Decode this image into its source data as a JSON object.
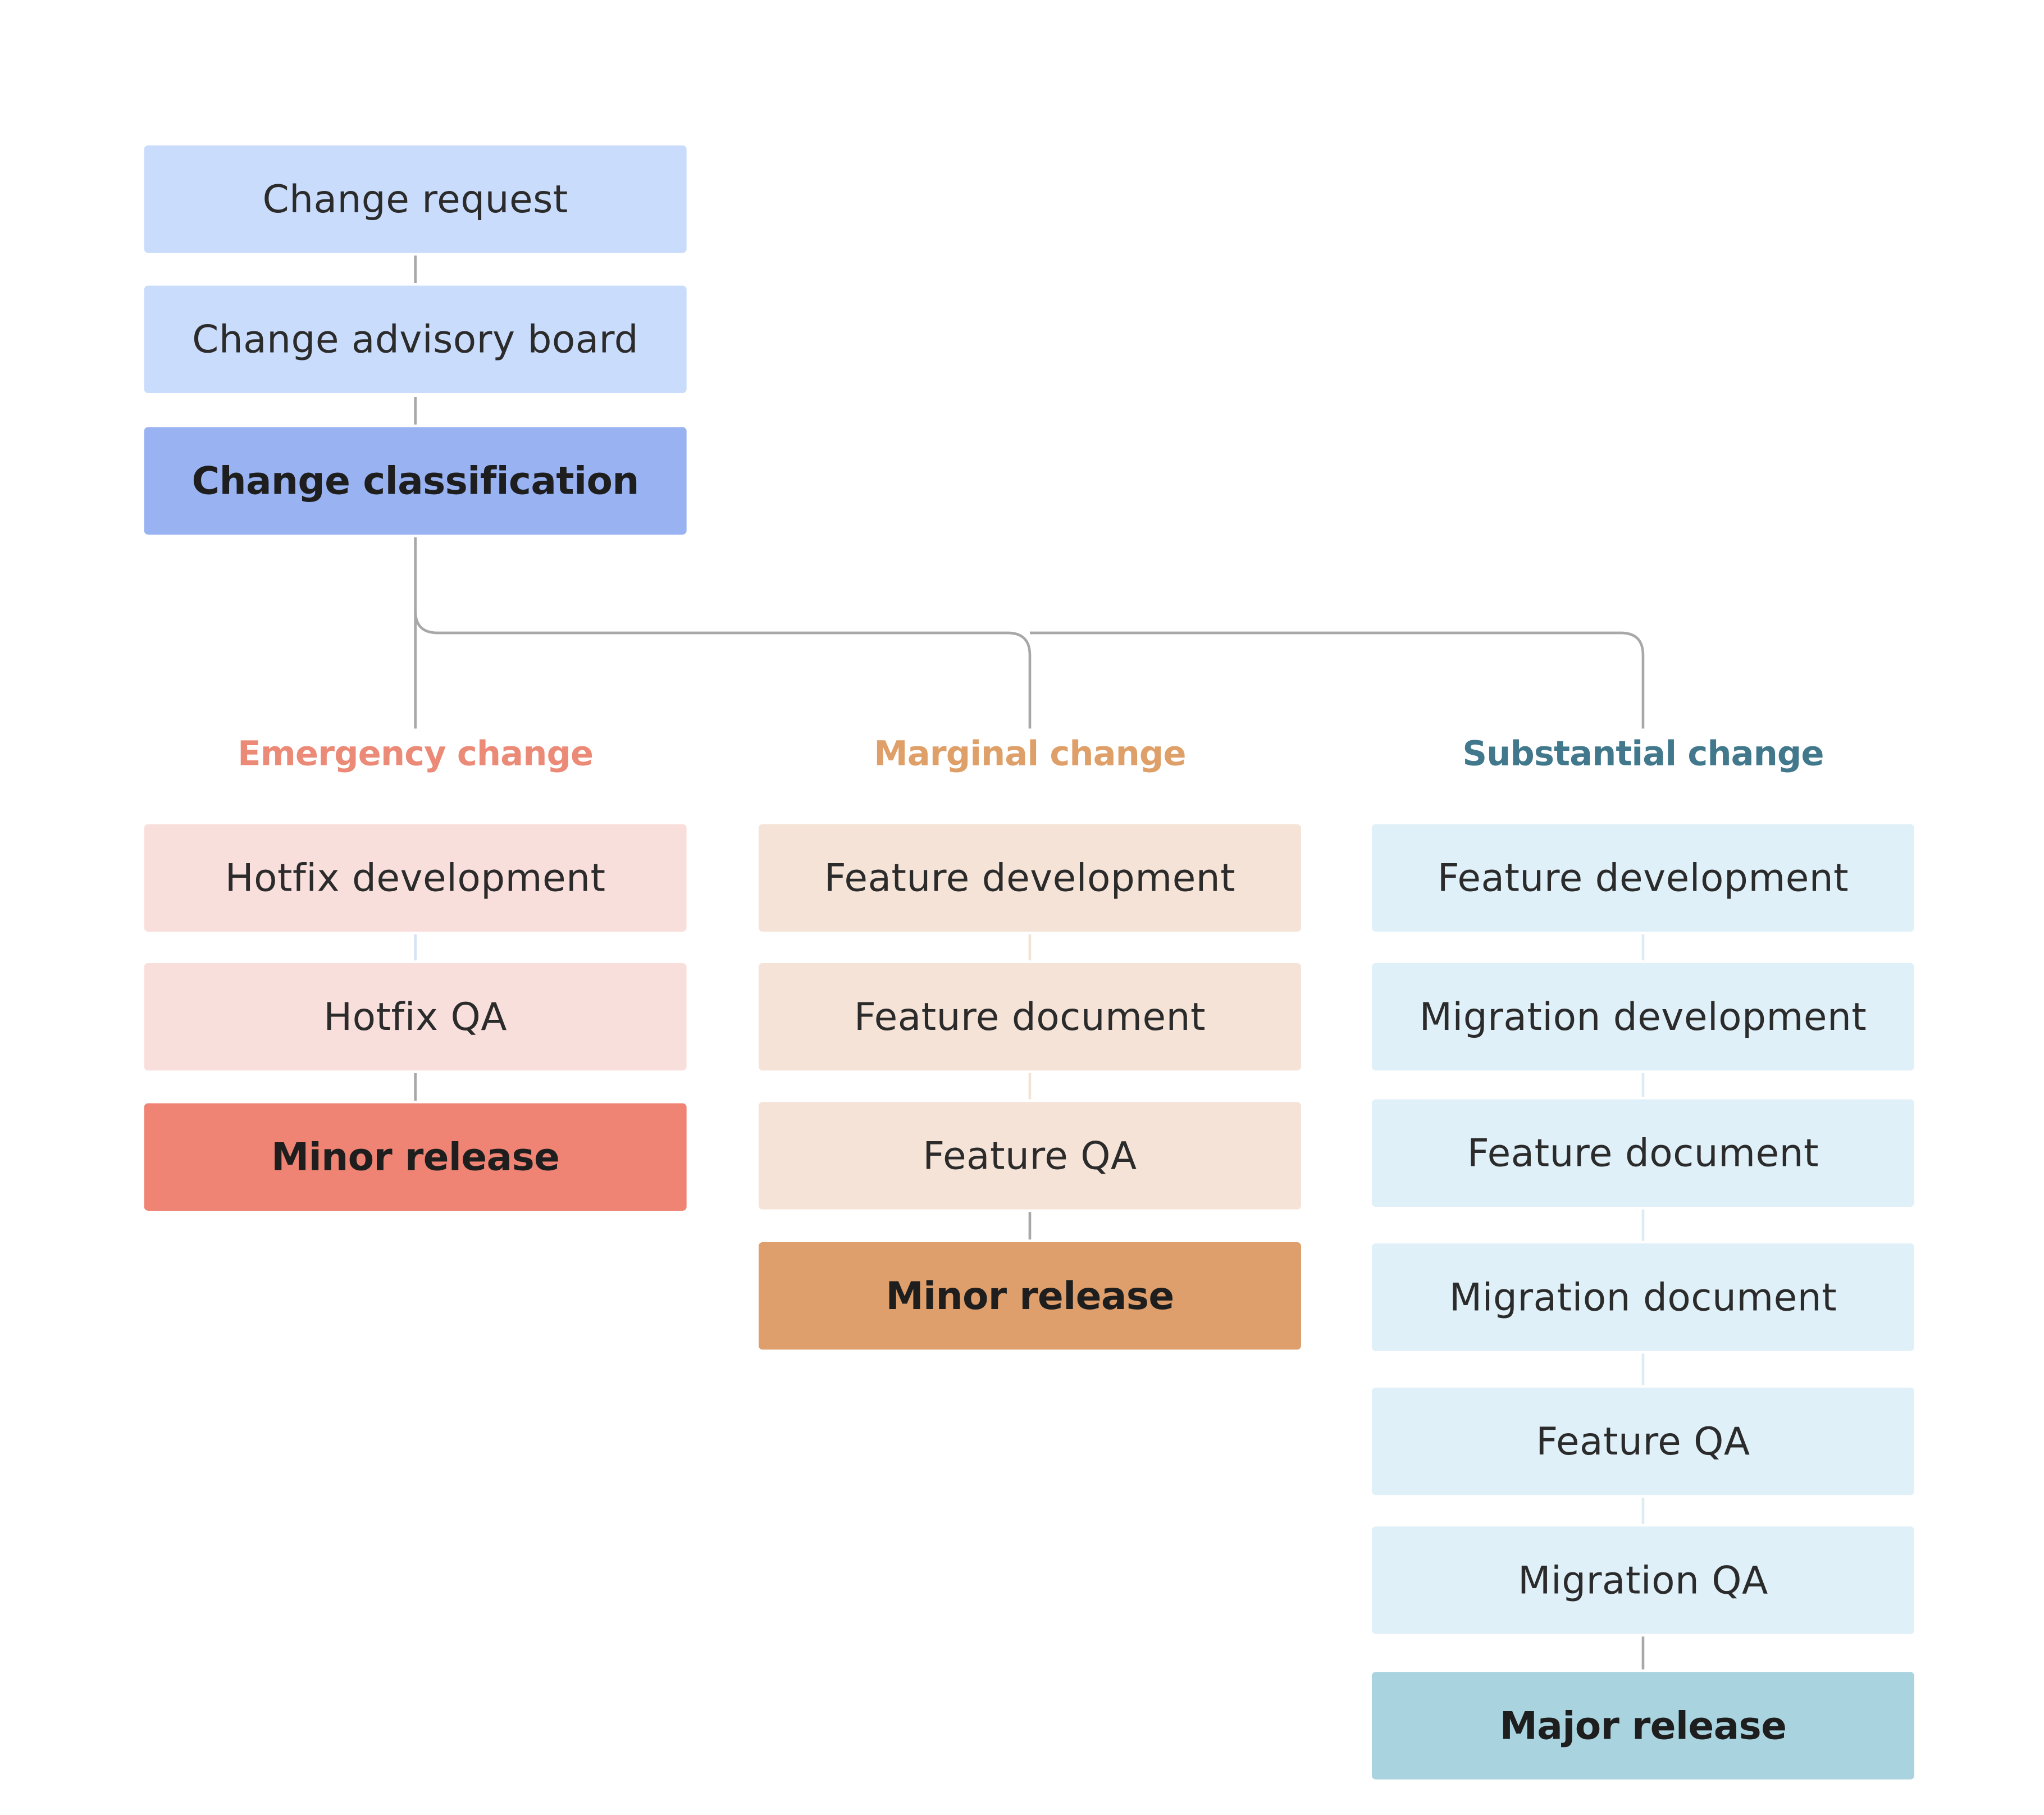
{
  "top": {
    "steps": [
      "Change request",
      "Change advisory board"
    ],
    "classification": "Change classification"
  },
  "columns": [
    {
      "title": "Emergency change",
      "steps": [
        "Hotfix development",
        "Hotfix QA"
      ],
      "release": "Minor release"
    },
    {
      "title": "Marginal change",
      "steps": [
        "Feature development",
        "Feature document",
        "Feature QA"
      ],
      "release": "Minor release"
    },
    {
      "title": "Substantial change",
      "steps": [
        "Feature development",
        "Migration development",
        "Feature document",
        "Migration document",
        "Feature QA",
        "Migration QA"
      ],
      "release": "Major release"
    }
  ],
  "colors": {
    "top_step": "#cadcfb",
    "top_classification": "#99b2f2",
    "emergency_title": "#ec8a78",
    "emergency_step": "#f9dfdc",
    "emergency_release": "#ef8474",
    "marginal_title": "#df9f68",
    "marginal_step": "#f5e3d7",
    "marginal_release": "#de9f6c",
    "substantial_title": "#41788c",
    "substantial_step": "#dff0f8",
    "substantial_release": "#a9d3de",
    "connector": "#a8a8a8"
  }
}
